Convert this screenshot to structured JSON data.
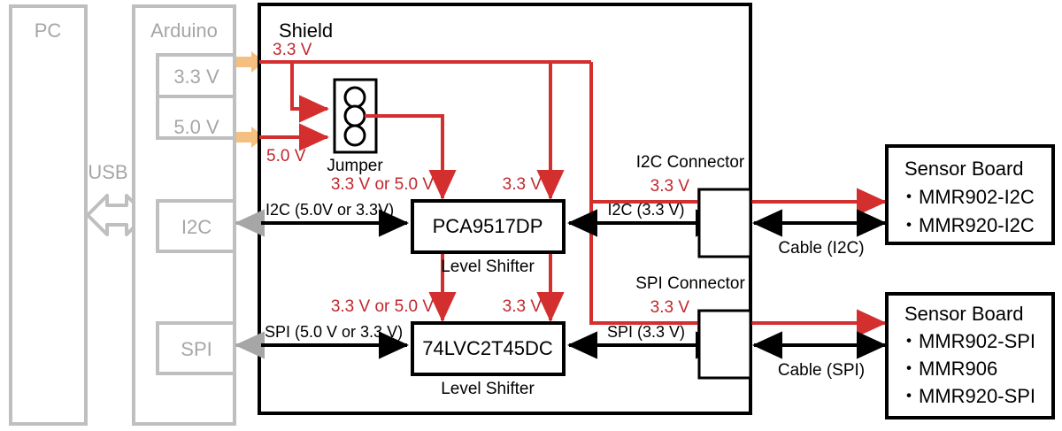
{
  "blocks": {
    "pc": "PC",
    "arduino": "Arduino",
    "arduino_33v": "3.3 V",
    "arduino_50v": "5.0 V",
    "arduino_i2c": "I2C",
    "arduino_spi": "SPI",
    "usb": "USB",
    "shield": "Shield",
    "jumper": "Jumper",
    "level_shifter_i2c_part": "PCA9517DP",
    "level_shifter_i2c_caption": "Level Shifter",
    "level_shifter_spi_part": "74LVC2T45DC",
    "level_shifter_spi_caption": "Level Shifter",
    "i2c_connector": "I2C Connector",
    "spi_connector": "SPI Connector",
    "sensor_board_title_i2c": "Sensor Board",
    "sensor_board_title_spi": "Sensor Board"
  },
  "sensor_i2c_parts": [
    "・MMR902-I2C",
    "・MMR920-I2C"
  ],
  "sensor_spi_parts": [
    "・MMR902-SPI",
    "・MMR906",
    "・MMR920-SPI"
  ],
  "labels": {
    "shield_33v": "3.3 V",
    "shield_50v": "5.0 V",
    "jumper_out": "3.3 V or 5.0 V",
    "rail_33v_i2c": "3.3 V",
    "jumper_out_spi": "3.3 V or 5.0 V",
    "rail_33v_spi": "3.3 V",
    "i2c_in": "I2C (5.0V or 3.3V)",
    "spi_in": "SPI (5.0 V or 3.3 V)",
    "i2c_out": "I2C (3.3 V)",
    "spi_out": "SPI (3.3 V)",
    "conn_33v_i2c": "3.3 V",
    "conn_33v_spi": "3.3 V",
    "cable_i2c": "Cable (I2C)",
    "cable_spi": "Cable (SPI)"
  },
  "colors": {
    "power_red": "#d42f2f",
    "power_label_red": "#c1272d",
    "signal_black": "#000000",
    "inactive_gray": "#a6a6a6",
    "supply_arrow_orange": "#f5bf80",
    "box_border_gray": "#bfbfbf"
  }
}
